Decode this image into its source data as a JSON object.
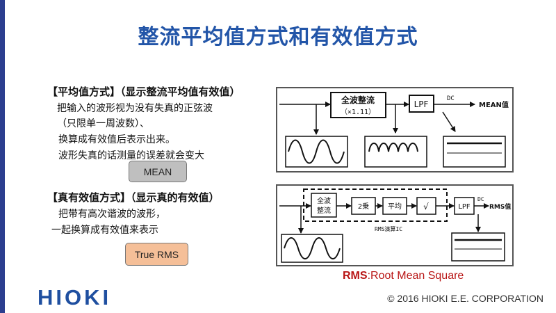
{
  "title": "整流平均值方式和有效值方式",
  "mean_section": {
    "heading": "【平均值方式】（显示整流平均值有效值）",
    "lines": [
      "把输入的波形视为没有失真的正弦波",
      "（只限单一周波数）、",
      "换算成有效值后表示出来。",
      "波形失真的话测量的误差就会变大"
    ],
    "badge": "MEAN"
  },
  "rms_section": {
    "heading": "【真有效值方式】（显示真的有效值）",
    "lines": [
      "把带有高次谐波的波形，",
      "一起换算成有效值来表示"
    ],
    "badge": "True RMS"
  },
  "mean_diagram": {
    "rectifier": "全波整流",
    "factor": "（×1.11）",
    "lpf": "LPF",
    "dc": "DC",
    "output": "MEAN值"
  },
  "rms_diagram": {
    "rectifier_top": "全波",
    "rectifier_bottom": "整流",
    "square": "2乗",
    "average": "平均",
    "sqrt": "√",
    "lpf": "LPF",
    "dc": "DC",
    "output": "RMS值",
    "ic_label": "RMS演算IC"
  },
  "rms_note": {
    "abbr": "RMS",
    "text": ":Root  Mean Square"
  },
  "logo": "HIOKI",
  "copyright": "© 2016  HIOKI E.E. CORPORATION",
  "colors": {
    "title": "#2255a8",
    "accent_bar": "#2c3e8f",
    "mean_badge": "#bfbfbf",
    "trms_badge": "#f5bf98",
    "rms_note": "#b81414",
    "logo": "#1f4fa0"
  }
}
